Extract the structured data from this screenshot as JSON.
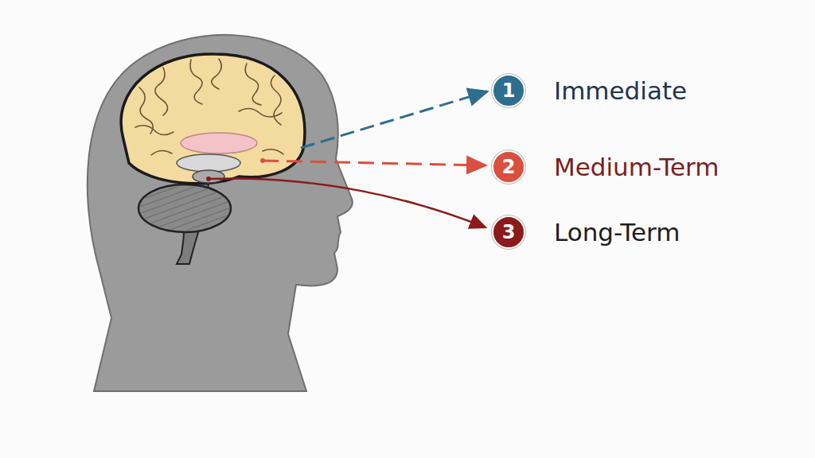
{
  "diagram": {
    "nodes": [
      {
        "text": [
          "1",
          "Immediate"
        ]
      },
      {
        "text": [
          "2",
          "Medium-Term"
        ]
      },
      {
        "text": [
          "3",
          "Long-Term"
        ]
      }
    ]
  }
}
